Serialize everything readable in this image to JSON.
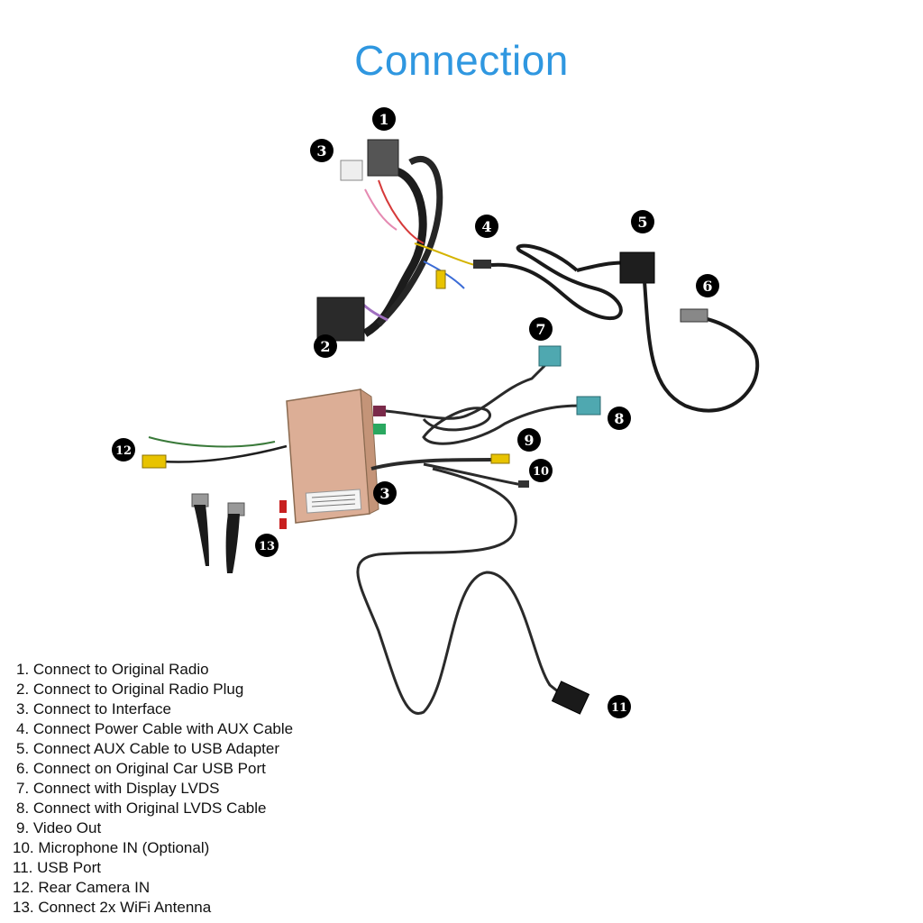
{
  "title": "Connection",
  "badges": [
    "1",
    "2",
    "3",
    "4",
    "5",
    "6",
    "7",
    "8",
    "9",
    "10",
    "11",
    "12",
    "13",
    "3"
  ],
  "legend": [
    " 1.  Connect to Original Radio",
    " 2.  Connect to Original Radio Plug",
    " 3.  Connect to Interface",
    " 4.  Connect Power Cable with AUX Cable",
    " 5.  Connect AUX Cable to USB Adapter",
    " 6.  Connect on Original Car USB Port",
    " 7.  Connect with Display LVDS",
    " 8.  Connect with Original LVDS Cable",
    " 9.  Video Out",
    "10. Microphone IN (Optional)",
    "11. USB Port",
    "12. Rear Camera IN",
    "13. Connect 2x WiFi Antenna"
  ]
}
